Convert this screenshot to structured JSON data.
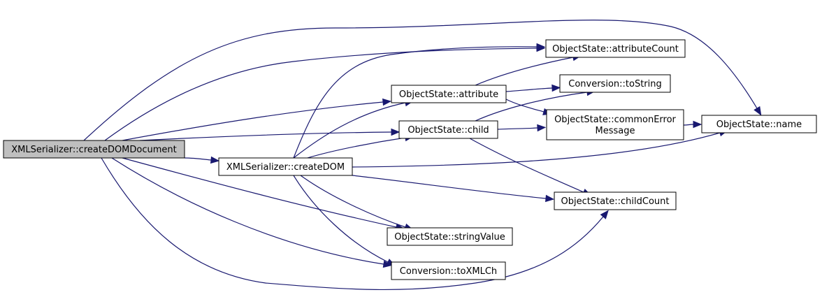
{
  "colors": {
    "root_fill": "#bfbfbf",
    "node_fill": "#ffffff",
    "edge": "#191970",
    "border": "#000000"
  },
  "nodes": {
    "root": {
      "lines": [
        "XMLSerializer::createDOMDocument"
      ],
      "root": true
    },
    "createDOM": {
      "lines": [
        "XMLSerializer::createDOM"
      ]
    },
    "attribute": {
      "lines": [
        "ObjectState::attribute"
      ]
    },
    "child": {
      "lines": [
        "ObjectState::child"
      ]
    },
    "stringValue": {
      "lines": [
        "ObjectState::stringValue"
      ]
    },
    "toXMLCh": {
      "lines": [
        "Conversion::toXMLCh"
      ]
    },
    "attributeCount": {
      "lines": [
        "ObjectState::attributeCount"
      ]
    },
    "toString": {
      "lines": [
        "Conversion::toString"
      ]
    },
    "commonError": {
      "lines": [
        "ObjectState::commonError",
        "Message"
      ]
    },
    "childCount": {
      "lines": [
        "ObjectState::childCount"
      ]
    },
    "name": {
      "lines": [
        "ObjectState::name"
      ]
    }
  },
  "edges": [
    {
      "from": "root",
      "to": "createDOM"
    },
    {
      "from": "root",
      "to": "attribute"
    },
    {
      "from": "root",
      "to": "child"
    },
    {
      "from": "root",
      "to": "stringValue"
    },
    {
      "from": "root",
      "to": "toXMLCh"
    },
    {
      "from": "root",
      "to": "attributeCount"
    },
    {
      "from": "root",
      "to": "name"
    },
    {
      "from": "root",
      "to": "childCount"
    },
    {
      "from": "createDOM",
      "to": "attributeCount"
    },
    {
      "from": "createDOM",
      "to": "attribute"
    },
    {
      "from": "createDOM",
      "to": "child"
    },
    {
      "from": "createDOM",
      "to": "name"
    },
    {
      "from": "createDOM",
      "to": "childCount"
    },
    {
      "from": "createDOM",
      "to": "stringValue"
    },
    {
      "from": "createDOM",
      "to": "toXMLCh"
    },
    {
      "from": "attribute",
      "to": "attributeCount"
    },
    {
      "from": "attribute",
      "to": "toString"
    },
    {
      "from": "attribute",
      "to": "commonError"
    },
    {
      "from": "child",
      "to": "toString"
    },
    {
      "from": "child",
      "to": "commonError"
    },
    {
      "from": "child",
      "to": "childCount"
    },
    {
      "from": "commonError",
      "to": "name"
    }
  ]
}
